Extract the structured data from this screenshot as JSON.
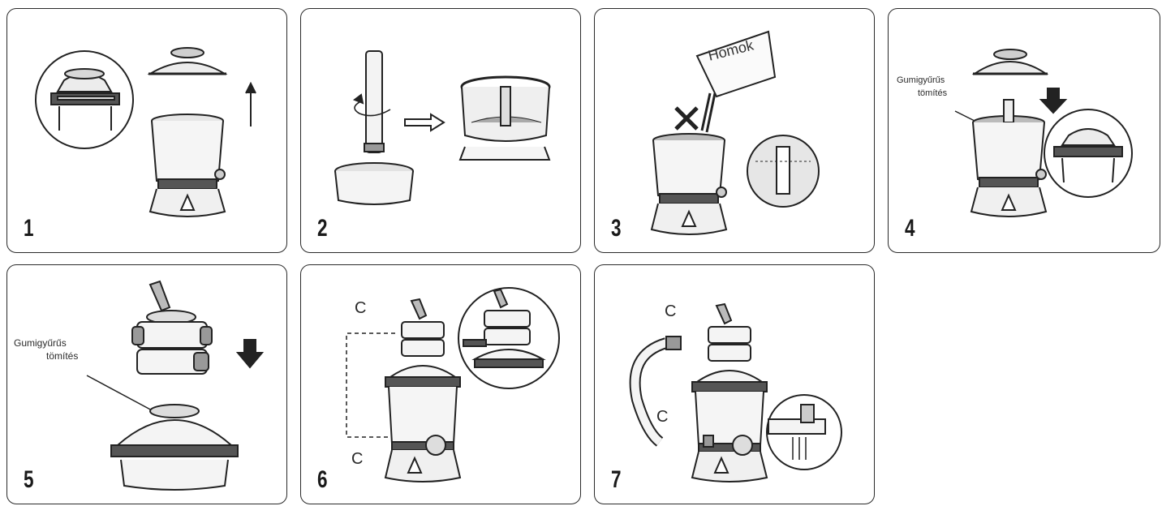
{
  "steps": [
    {
      "number": "1"
    },
    {
      "number": "2"
    },
    {
      "number": "3",
      "bag_label": "Homok"
    },
    {
      "number": "4",
      "label_line1": "Gumigyűrűs",
      "label_line2": "tömítés"
    },
    {
      "number": "5",
      "label_line1": "Gumigyűrűs",
      "label_line2": "tömítés"
    },
    {
      "number": "6",
      "connector_top": "C",
      "connector_bottom": "C"
    },
    {
      "number": "7",
      "connector_top": "C",
      "connector_bottom": "C"
    }
  ]
}
